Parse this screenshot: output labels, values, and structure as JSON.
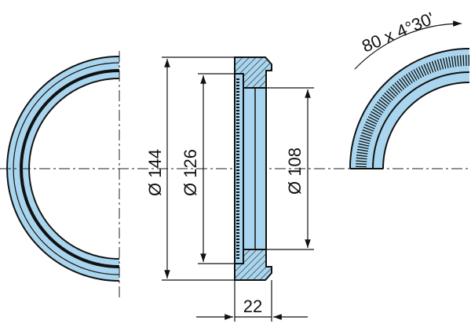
{
  "dimensions": {
    "outer_diameter": "Ø 144",
    "bore_diameter": "Ø 126",
    "tooth_diameter": "Ø 108",
    "width": "22",
    "teeth": "80 x 4°30'"
  },
  "colors": {
    "fill": "#a9d6ee",
    "line": "#111111",
    "background": "#ffffff"
  }
}
